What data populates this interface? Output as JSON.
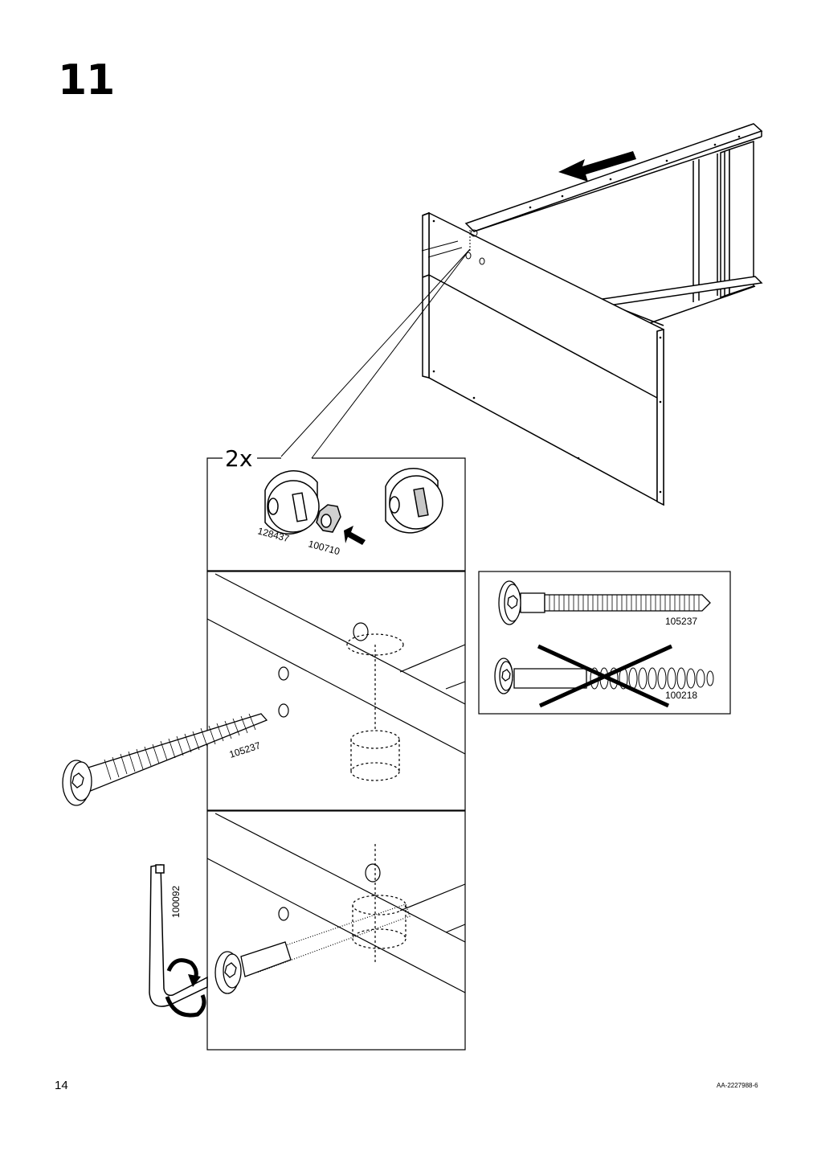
{
  "step": {
    "number": "11"
  },
  "callout": {
    "quantity": "2x",
    "cam_part": "128437",
    "nut_part": "100710"
  },
  "screw_detail": {
    "correct_part": "105237",
    "wrong_part": "100218"
  },
  "insert_panel": {
    "screw_part": "105237"
  },
  "tighten_panel": {
    "key_part": "100092"
  },
  "footer": {
    "page_number": "14",
    "doc_code": "AA-2227988-6"
  }
}
